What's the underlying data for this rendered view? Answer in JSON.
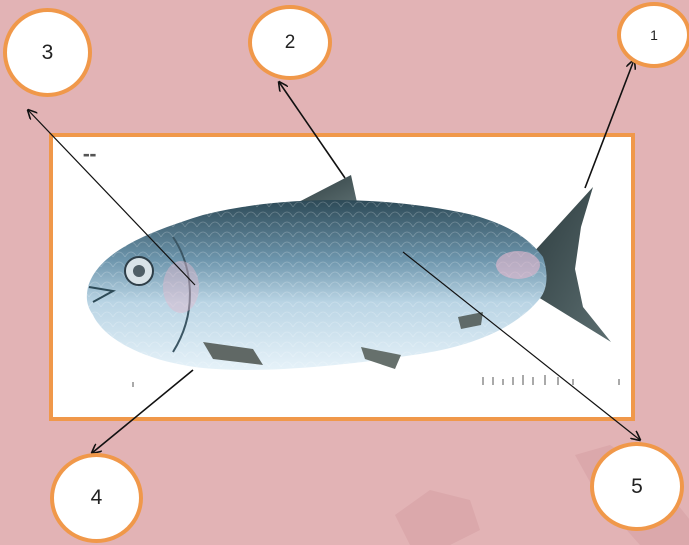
{
  "labels": {
    "one": "1",
    "two": "2",
    "three": "3",
    "four": "4",
    "five": "5"
  },
  "colors": {
    "background": "#e2b3b5",
    "bubble_border": "#f0984a",
    "frame_border": "#f0984a",
    "arrow": "#111111",
    "fish_back": "#2d4a57",
    "fish_belly": "#d9ecf6",
    "fin": "#3a4a4c"
  },
  "icons": [
    "fish-illustration",
    "arrow-icon",
    "watermark-shape"
  ]
}
